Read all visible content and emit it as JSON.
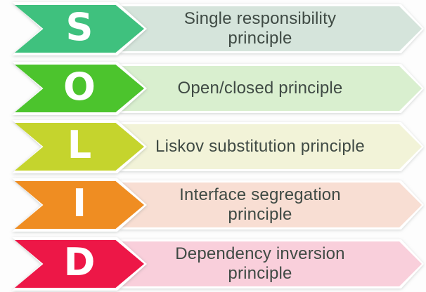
{
  "colors": {
    "background": "#fdfdfd",
    "text": "#3f4a44",
    "letter": "#ffffff"
  },
  "rows": [
    {
      "letter": "S",
      "label": "Single responsibility\nprinciple",
      "arrow_color": "#3fc17e",
      "banner_color": "#d5e4db"
    },
    {
      "letter": "O",
      "label": "Open/closed principle",
      "arrow_color": "#4cc42d",
      "banner_color": "#d9efcf"
    },
    {
      "letter": "L",
      "label": "Liskov substitution principle",
      "arrow_color": "#c5d42d",
      "banner_color": "#f2f3d8"
    },
    {
      "letter": "I",
      "label": "Interface segregation\nprinciple",
      "arrow_color": "#ef8d22",
      "banner_color": "#f8ded3"
    },
    {
      "letter": "D",
      "label": "Dependency inversion\nprinciple",
      "arrow_color": "#ed1747",
      "banner_color": "#f9cfdb"
    }
  ]
}
